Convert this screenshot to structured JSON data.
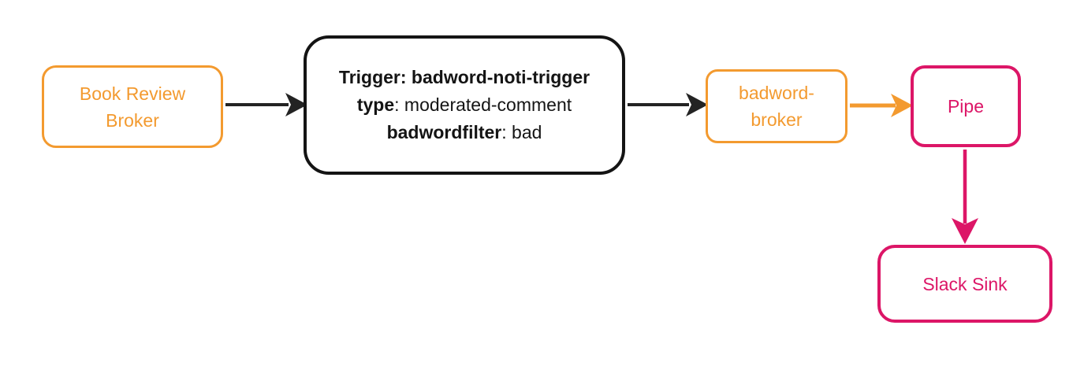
{
  "colors": {
    "orange": "#F39A2F",
    "pink": "#DC1667",
    "ink": "#141414",
    "arrow": "#232323",
    "background": "#FFFFFF"
  },
  "nodes": {
    "book_review_broker": {
      "line1": "Book Review",
      "line2": "Broker"
    },
    "trigger": {
      "line1_bold": "Trigger: badword-noti-trigger",
      "line2_bold": "type",
      "line2_text": ": moderated-comment",
      "line3_bold": "badwordfilter",
      "line3_text": ": bad"
    },
    "badword_broker": {
      "line1": "badword-",
      "line2": "broker"
    },
    "pipe": {
      "label": "Pipe"
    },
    "slack_sink": {
      "label": "Slack Sink"
    }
  },
  "edges": [
    {
      "from": "Book Review Broker",
      "to": "Trigger box",
      "color_name": "black"
    },
    {
      "from": "Trigger box",
      "to": "badword-broker",
      "color_name": "black"
    },
    {
      "from": "badword-broker",
      "to": "Pipe",
      "color_name": "orange"
    },
    {
      "from": "Pipe",
      "to": "Slack Sink",
      "color_name": "pink"
    }
  ]
}
